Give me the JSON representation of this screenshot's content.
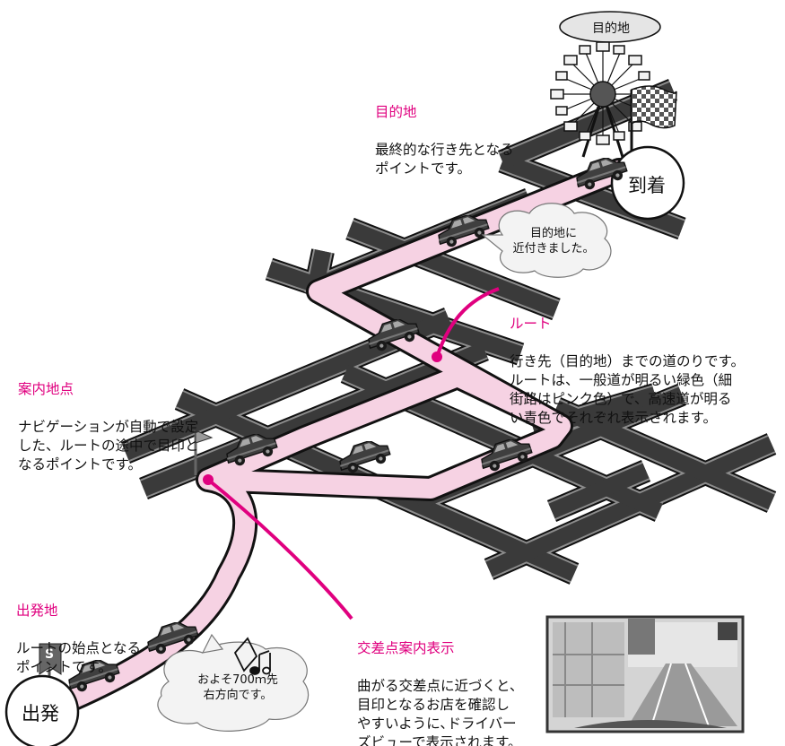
{
  "colors": {
    "road_dark": "#3a3a3a",
    "route": "#f6d2e3",
    "accent": "#e0007f",
    "car": "#3f3f3f",
    "badge_fill": "#e5e5e5"
  },
  "destination_badge": "目的地",
  "labels": {
    "arrival": "到着",
    "departure": "出発",
    "start_sign": "S"
  },
  "callouts": {
    "destination": {
      "title": "目的地",
      "body": "最終的な行き先となる\nポイントです。"
    },
    "route": {
      "title": "ルート",
      "body": "行き先（目的地）までの道のりです。\nルートは、一般道が明るい緑色（細\n街路はピンク色）で、高速道が明る\nい青色でそれぞれ表示されます。"
    },
    "guide_point": {
      "title": "案内地点",
      "body": "ナビゲーションが自動で設定\nした、ルートの途中で目印と\nなるポイントです。"
    },
    "start": {
      "title": "出発地",
      "body": "ルートの始点となる\nポイントです。"
    },
    "intersection": {
      "title": "交差点案内表示",
      "body": "曲がる交差点に近づくと、\n目印となるお店を確認し\nやすいように､ドライバー\nズビューで表示されます。"
    }
  },
  "speech_bubbles": {
    "near_destination": "目的地に\n近付きました。",
    "turn_ahead": "およそ700ｍ先\n右方向です。"
  },
  "icons": [
    "ferris-wheel-icon",
    "checkered-flag-icon",
    "car-icon",
    "guide-flag-icon",
    "start-sign-icon",
    "music-note-icon"
  ]
}
